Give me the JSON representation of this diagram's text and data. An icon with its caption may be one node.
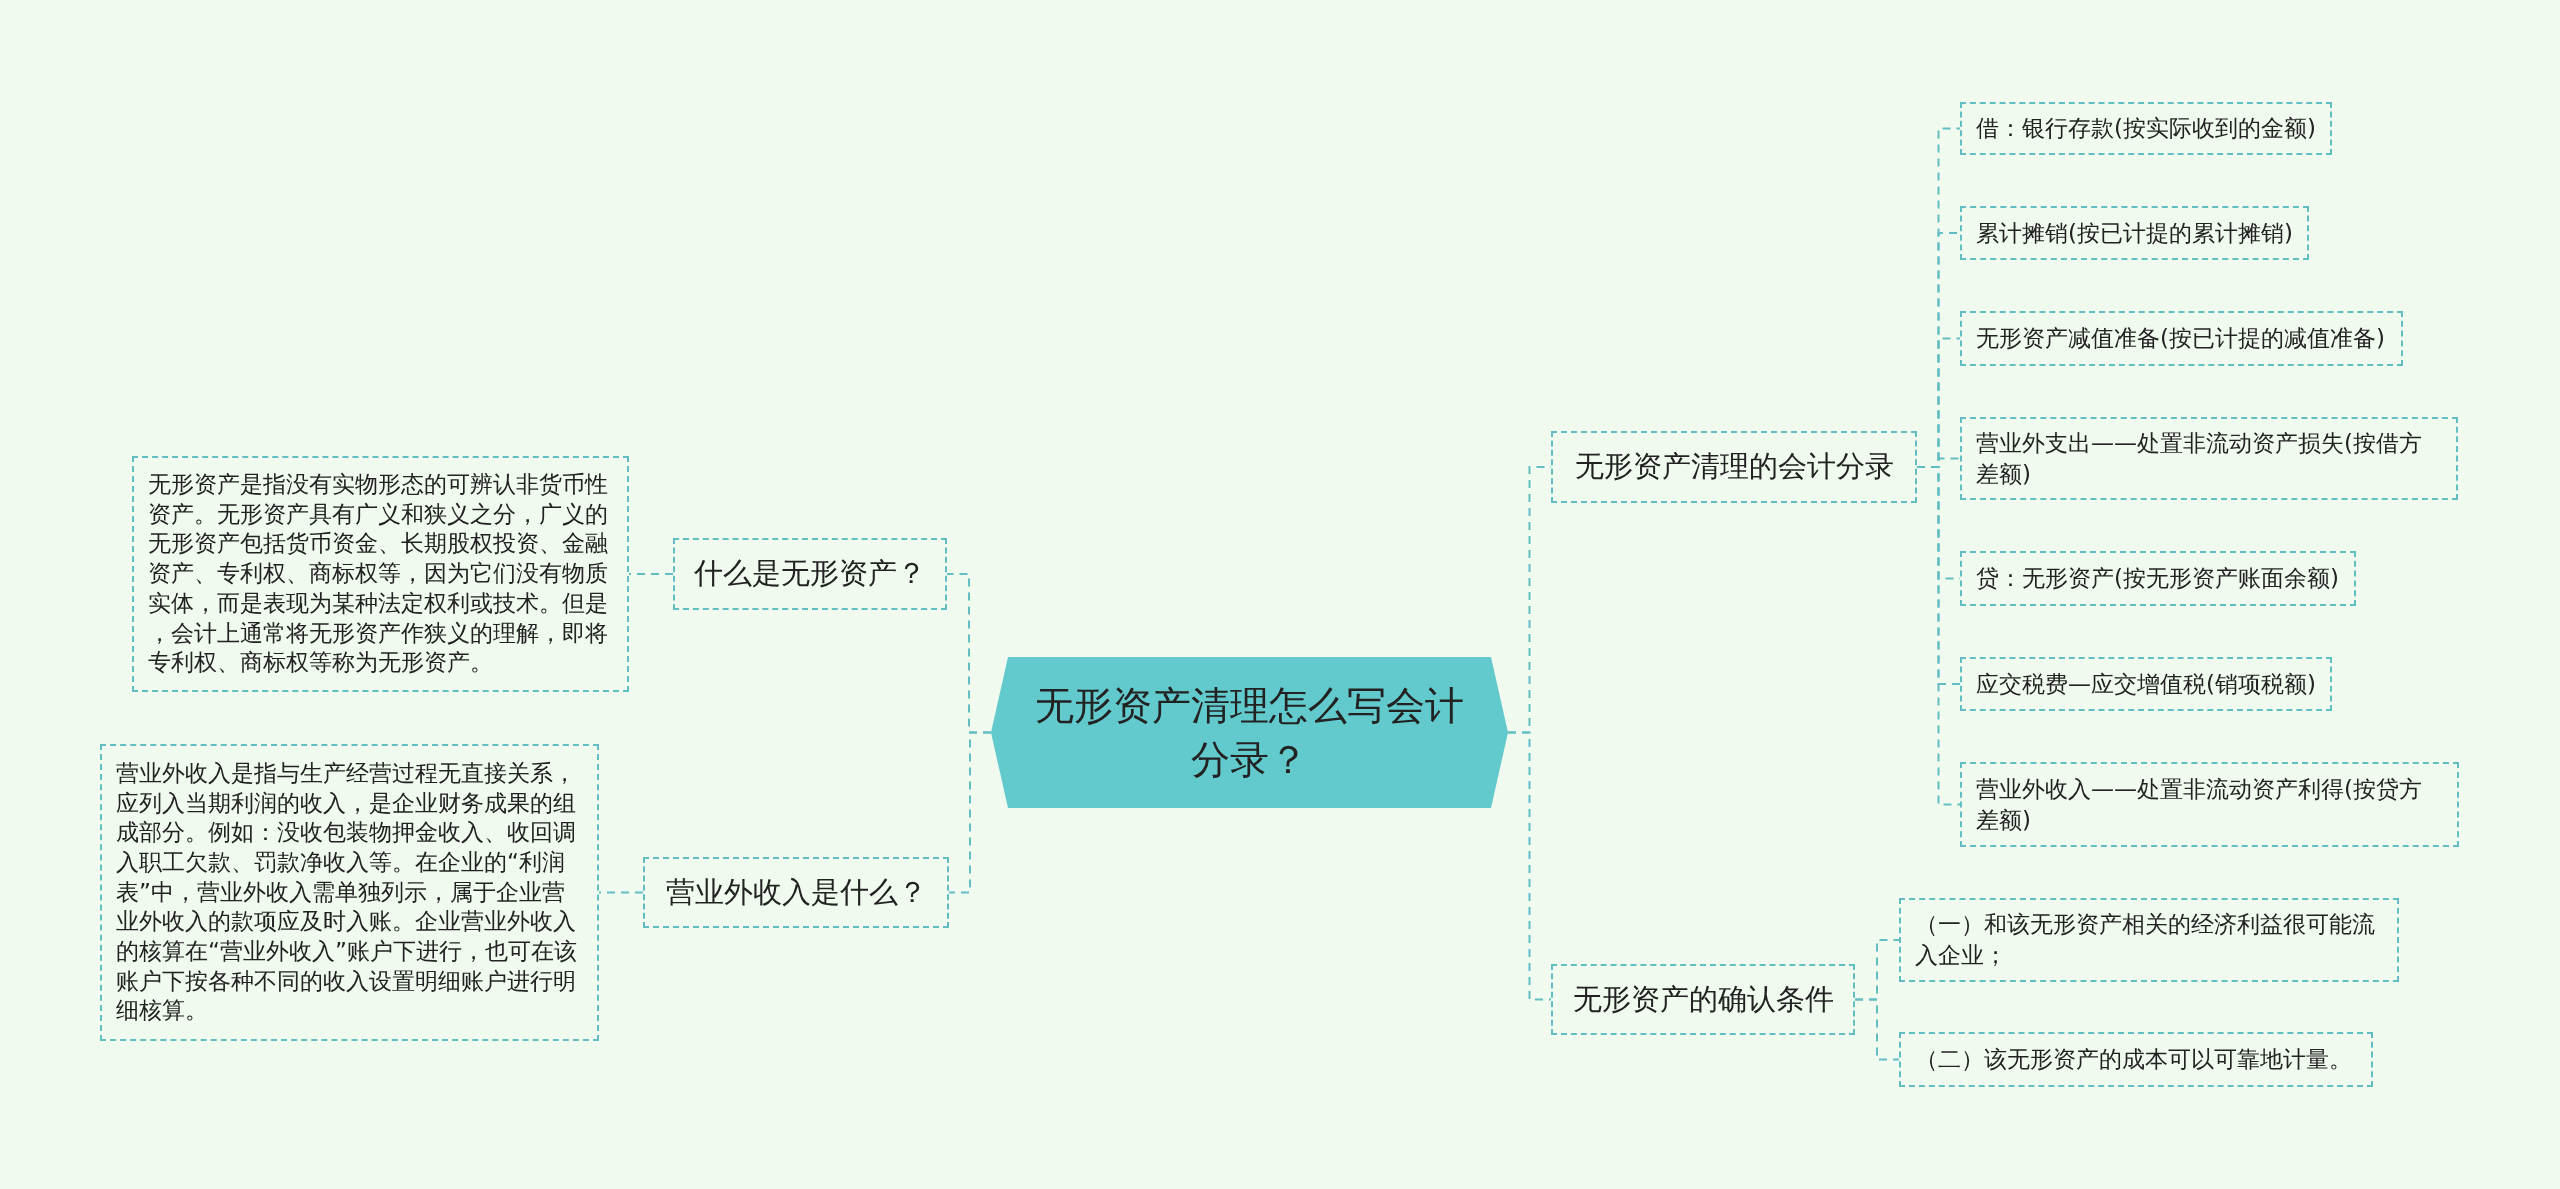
{
  "diagram": {
    "nodes": [
      {
        "text": [
          "无形资产清理怎么写会计分录？"
        ]
      },
      {
        "text": [
          "什么是无形资产？"
        ]
      },
      {
        "text": [
          "无形资产是指没有实物形态的可辨认非货币性资产。无形资产具有广义和狭义之分，广义的无形资产包括货币资金、长期股权投资、金融资产、专利权、商标权等，因为它们没有物质实体，而是表现为某种法定权利或技术。但是，会计上通常将无形资产作狭义的理解，即将专利权、商标权等称为无形资产。"
        ]
      },
      {
        "text": [
          "营业外收入是什么？"
        ]
      },
      {
        "text": [
          "营业外收入是指与生产经营过程无直接关系，应列入当期利润的收入，是企业财务成果的组成部分。例如：没收包装物押金收入、收回调入职工欠款、罚款净收入等。在企业的“利润表”中，营业外收入需单独列示，属于企业营业外收入的款项应及时入账。企业营业外收入的核算在“营业外收入”账户下进行，也可在该账户下按各种不同的收入设置明细账户进行明细核算。"
        ]
      },
      {
        "text": [
          "无形资产清理的会计分录"
        ]
      },
      {
        "text": [
          "借：银行存款(按实际收到的金额)"
        ]
      },
      {
        "text": [
          "累计摊销(按已计提的累计摊销)"
        ]
      },
      {
        "text": [
          "无形资产减值准备(按已计提的减值准备)"
        ]
      },
      {
        "text": [
          "营业外支出——处置非流动资产损失(按借方差额)"
        ]
      },
      {
        "text": [
          "贷：无形资产(按无形资产账面余额)"
        ]
      },
      {
        "text": [
          "应交税费—应交增值税(销项税额)"
        ]
      },
      {
        "text": [
          "营业外收入——处置非流动资产利得(按贷方差额)"
        ]
      },
      {
        "text": [
          "无形资产的确认条件"
        ]
      },
      {
        "text": [
          "（一）和该无形资产相关的经济利益很可能流入企业；"
        ]
      },
      {
        "text": [
          "（二）该无形资产的成本可以可靠地计量。"
        ]
      }
    ],
    "edges": [
      {
        "from": 0,
        "to": 1,
        "arrow": "none"
      },
      {
        "from": 1,
        "to": 2,
        "arrow": "none"
      },
      {
        "from": 0,
        "to": 3,
        "arrow": "none"
      },
      {
        "from": 3,
        "to": 4,
        "arrow": "none"
      },
      {
        "from": 0,
        "to": 5,
        "arrow": "none"
      },
      {
        "from": 5,
        "to": 6,
        "arrow": "none"
      },
      {
        "from": 5,
        "to": 7,
        "arrow": "none"
      },
      {
        "from": 5,
        "to": 8,
        "arrow": "none"
      },
      {
        "from": 5,
        "to": 9,
        "arrow": "none"
      },
      {
        "from": 5,
        "to": 10,
        "arrow": "none"
      },
      {
        "from": 5,
        "to": 11,
        "arrow": "none"
      },
      {
        "from": 5,
        "to": 12,
        "arrow": "none"
      },
      {
        "from": 0,
        "to": 13,
        "arrow": "none"
      },
      {
        "from": 13,
        "to": 14,
        "arrow": "none"
      },
      {
        "from": 13,
        "to": 15,
        "arrow": "none"
      }
    ]
  }
}
